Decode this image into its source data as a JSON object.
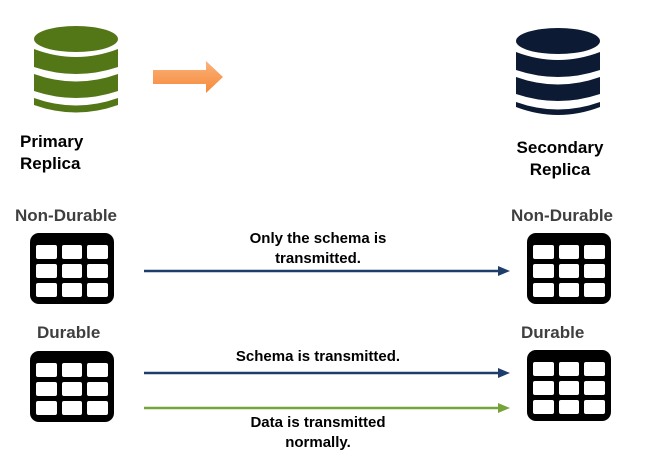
{
  "primary": {
    "label_line1": "Primary",
    "label_line2": "Replica",
    "icon": "database-icon",
    "color": "#537617"
  },
  "secondary": {
    "label_line1": "Secondary",
    "label_line2": "Replica",
    "icon": "database-icon",
    "color": "#0c1a33"
  },
  "direction_arrow": {
    "icon": "arrow-right-icon",
    "color": "#f79646"
  },
  "non_durable": {
    "left_label": "Non-Durable",
    "right_label": "Non-Durable",
    "icon": "table-icon",
    "flows": [
      {
        "line1": "Only the schema is",
        "line2": "transmitted.",
        "color": "#1f3d6b"
      }
    ]
  },
  "durable": {
    "left_label": "Durable",
    "right_label": "Durable",
    "icon": "table-icon",
    "flows": [
      {
        "line1": "Schema is transmitted.",
        "color": "#1f3d6b"
      },
      {
        "line1": "Data is transmitted",
        "line2": "normally.",
        "color": "#77a33b"
      }
    ]
  }
}
